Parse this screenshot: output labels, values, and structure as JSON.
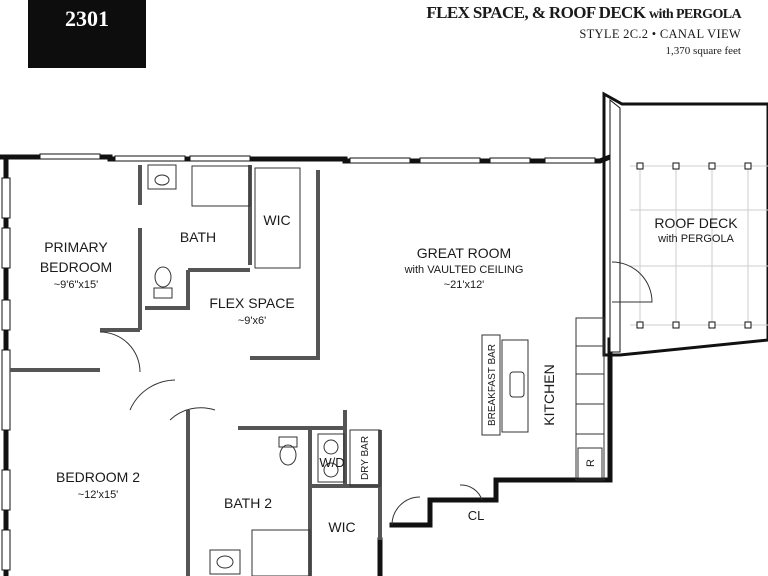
{
  "header": {
    "unit_number": "2301",
    "title_main": "FLEX SPACE, & ROOF DECK ",
    "title_suffix": "with PERGOLA",
    "style_line": "STYLE 2C.2  •  CANAL VIEW",
    "square_feet": "1,370 square feet"
  },
  "rooms": {
    "primary_bedroom": {
      "name_line1": "PRIMARY",
      "name_line2": "BEDROOM",
      "size": "~9'6\"x15'"
    },
    "bath": {
      "name": "BATH"
    },
    "wic_top": {
      "name": "WIC"
    },
    "flex_space": {
      "name": "FLEX SPACE",
      "size": "~9'x6'"
    },
    "great_room": {
      "name": "GREAT ROOM",
      "subtitle": "with VAULTED CEILING",
      "size": "~21'x12'"
    },
    "roof_deck": {
      "name": "ROOF DECK",
      "subtitle": "with PERGOLA"
    },
    "kitchen": {
      "name": "KITCHEN"
    },
    "breakfast_bar": {
      "name": "BREAKFAST BAR"
    },
    "refrigerator": {
      "name": "R"
    },
    "bedroom2": {
      "name": "BEDROOM 2",
      "size": "~12'x15'"
    },
    "bath2": {
      "name": "BATH 2"
    },
    "washer_dryer": {
      "name": "W/D"
    },
    "dry_bar": {
      "name": "DRY BAR"
    },
    "wic_bottom": {
      "name": "WIC"
    },
    "closet": {
      "name": "CL"
    }
  },
  "colors": {
    "wall": "#111111",
    "line": "#555555",
    "badge": "#0d0d0d"
  }
}
